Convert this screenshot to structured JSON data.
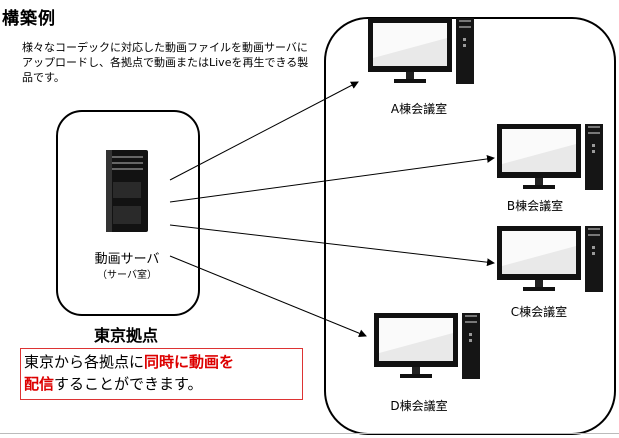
{
  "title": "構築例",
  "description": "様々なコーデックに対応した動画ファイルを動画サーバにアップロードし、各拠点で動画またはLiveを再生できる製品です。",
  "server": {
    "label": "動画サーバ",
    "sublabel": "（サーバ室）"
  },
  "location": "東京拠点",
  "note": {
    "part1": "東京から各拠点に",
    "highlight1": "同時に動画を",
    "highlight2": "配信",
    "part2": "することができます。"
  },
  "rooms": [
    "A棟会議室",
    "B棟会議室",
    "C棟会議室",
    "D棟会議室"
  ],
  "colors": {
    "note_border": "#dd3333",
    "highlight": "#dd0000"
  }
}
